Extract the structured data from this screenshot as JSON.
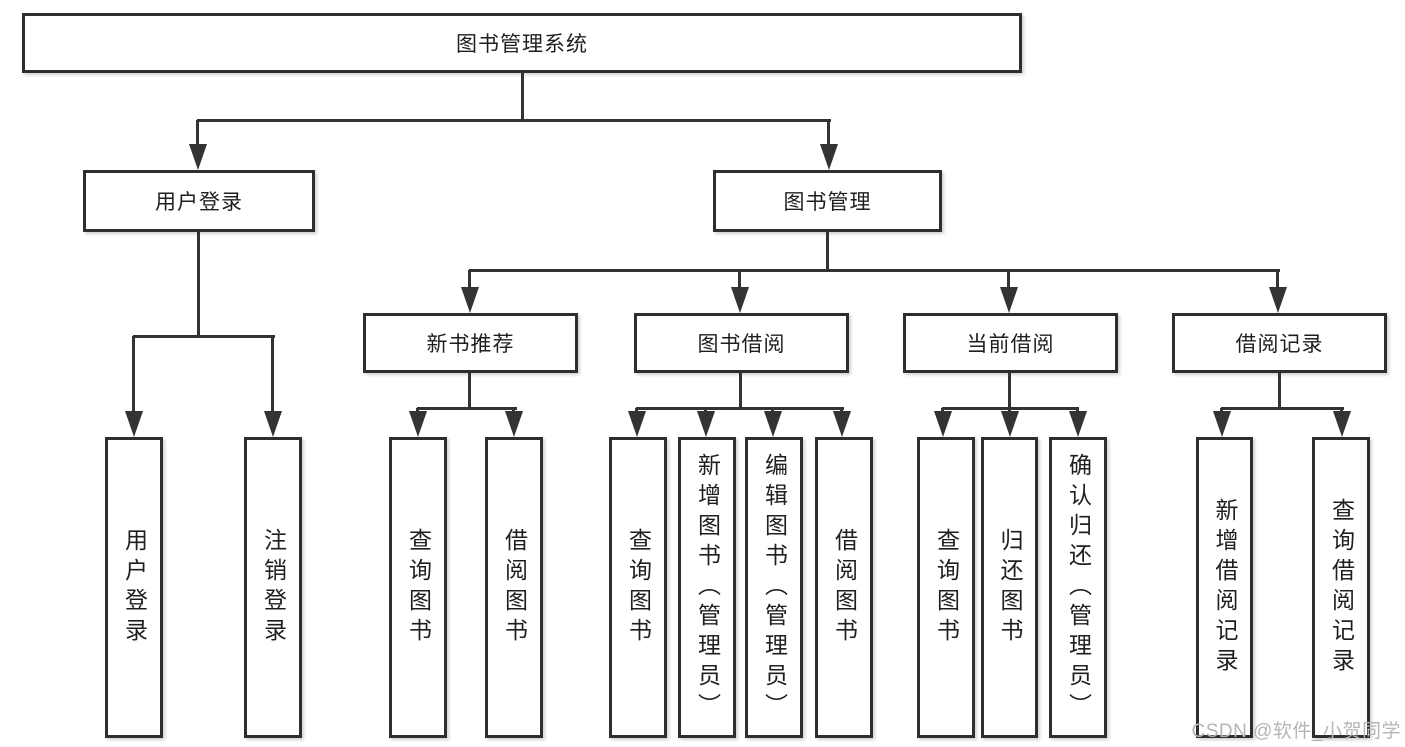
{
  "diagram": {
    "root": {
      "label": "图书管理系统"
    },
    "level2": [
      {
        "label": "用户登录"
      },
      {
        "label": "图书管理"
      }
    ],
    "level3": [
      {
        "label": "新书推荐"
      },
      {
        "label": "图书借阅"
      },
      {
        "label": "当前借阅"
      },
      {
        "label": "借阅记录"
      }
    ],
    "leaves": {
      "user_login": [
        {
          "label": "用户登录"
        },
        {
          "label": "注销登录"
        }
      ],
      "new_book": [
        {
          "label": "查询图书"
        },
        {
          "label": "借阅图书"
        }
      ],
      "book_borrow": [
        {
          "label": "查询图书"
        },
        {
          "label": "新增图书（管理员）"
        },
        {
          "label": "编辑图书（管理员）"
        },
        {
          "label": "借阅图书"
        }
      ],
      "current_borrow": [
        {
          "label": "查询图书"
        },
        {
          "label": "归还图书"
        },
        {
          "label": "确认归还（管理员）"
        }
      ],
      "borrow_record": [
        {
          "label": "新增借阅记录"
        },
        {
          "label": "查询借阅记录"
        }
      ]
    }
  },
  "watermark": {
    "text": "CSDN @软件_小贺同学"
  },
  "colors": {
    "line": "#333333",
    "border": "#2e2e2e",
    "text": "#1f1f1f",
    "background": "#ffffff",
    "watermark": "#b5b5b5"
  }
}
